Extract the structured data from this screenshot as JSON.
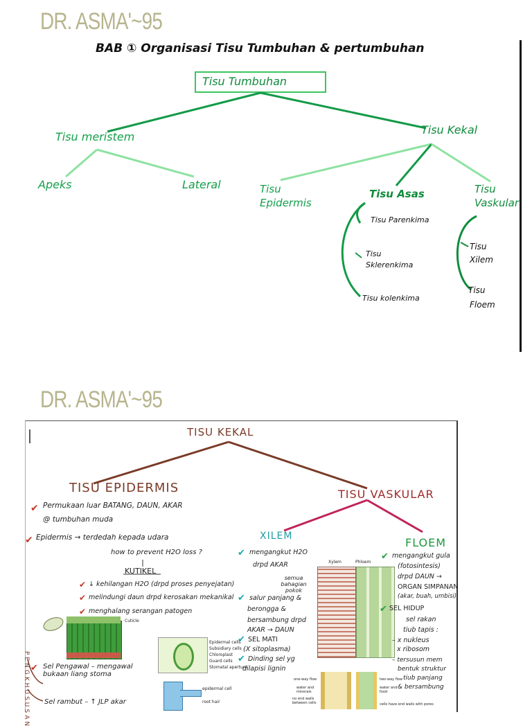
{
  "watermark": {
    "top": "DR. ASMA'~95",
    "bottom": "DR. ASMA'~95"
  },
  "page1": {
    "heading": "BAB ① Organisasi  Tisu   Tumbuhan & pertumbuhan",
    "root": "Tisu   Tumbuhan",
    "meristem": {
      "label": "Tisu meristem",
      "children": [
        "Apeks",
        "Lateral"
      ]
    },
    "kekal": {
      "label": "Tisu   Kekal"
    },
    "epidermis": [
      "Tisu",
      "Epidermis"
    ],
    "asas": {
      "label": "Tisu Asas",
      "children": [
        "Tisu Parenkima",
        "Tisu",
        "Sklerenkima",
        "Tisu kolenkima"
      ]
    },
    "vaskular": {
      "label": [
        "Tisu",
        "Vaskular"
      ],
      "children": [
        "Tisu",
        "Xilem",
        "Tisu",
        "Floem"
      ]
    }
  },
  "page2": {
    "title": "TISU    KEKAL",
    "epidermis_title": "TISU EPIDERMIS",
    "vaskular_title": "TISU VASKULAR",
    "xilem_title": "XILEM",
    "floem_title": "FLOEM",
    "left_notes": [
      "Permukaan  luar  BATANG, DAUN, AKAR",
      "@ tumbuhan   muda",
      "Epidermis → terdedah  kepada  udara",
      "how  to  prevent  H2O  loss ?",
      "KUTIKEL",
      "↓ kehilangan  H2O  (drpd  proses  penyejatan)",
      "melindungi  daun  drpd  kerosakan mekanikal",
      "menghalang  serangan  patogen",
      "Sel  Pengawal – mengawal bukaan liang stoma",
      "Sel  rambut – ↑ JLP  akar"
    ],
    "side_label": "PENGKHUSUSAN",
    "xilem_notes": [
      "mengangkut  H2O",
      "drpd  AKAR",
      "semua  bahagian  pokok",
      "salur  panjang  &",
      "berongga  &",
      "bersambung  drpd",
      "AKAR → DAUN",
      "SEL MATI",
      "(X  sitoplasma)",
      "Dinding  sel  yg",
      "dilapisi  lignin"
    ],
    "floem_notes": [
      "mengangkut  gula",
      "(fotosintesis)",
      "drpd  DAUN →",
      "ORGAN  SIMPANAN",
      "(akar, buah, umbisi)",
      "SEL  HIDUP",
      "sel  rakan",
      "tiub  tapis :",
      "– x  nukleus",
      "x  ribosom",
      "– tersusun  mem",
      "bentuk  struktur",
      "tiub  panjang",
      "& bersambung"
    ],
    "figure_labels": [
      "Xylem",
      "Phloem",
      "Epidermal cells",
      "Subsidiary cells",
      "Chloroplast",
      "Guard cells",
      "Stomatal aperture",
      "epidermal cell",
      "root hair",
      "Cuticle",
      "one-way flow",
      "water and minerals",
      "no end walls between cells",
      "two-way flow",
      "water and food",
      "cells have end walls with pores"
    ]
  }
}
